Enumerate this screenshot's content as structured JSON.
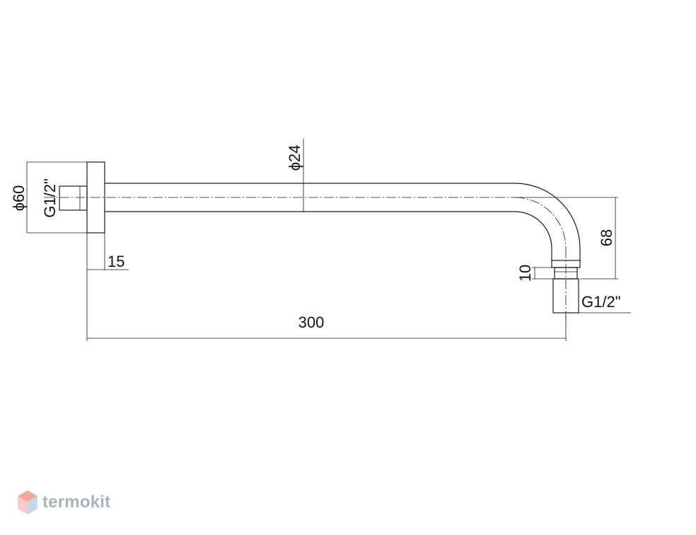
{
  "dimensions": {
    "flange_diameter": "ϕ60",
    "inlet_thread": "G1/2\"",
    "flange_thickness": "15",
    "pipe_diameter": "ϕ24",
    "length": "300",
    "drop_height": "68",
    "outlet_nut_height": "10",
    "outlet_thread": "G1/2\""
  },
  "logo": {
    "text": "termokit",
    "colors": {
      "top": "#e8604c",
      "left": "#f2a19a",
      "right": "#9bb7de",
      "text": "#6f7480"
    }
  }
}
